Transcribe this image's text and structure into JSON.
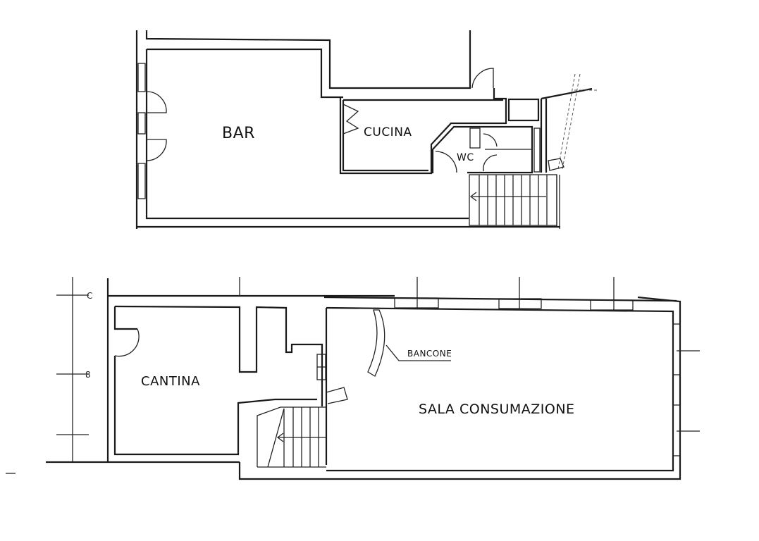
{
  "plan": {
    "upper_floor": {
      "rooms": [
        {
          "id": "bar",
          "label": "BAR"
        },
        {
          "id": "cucina",
          "label": "CUCINA"
        },
        {
          "id": "wc",
          "label": "WC"
        }
      ]
    },
    "lower_floor": {
      "rooms": [
        {
          "id": "cantina",
          "label": "CANTINA"
        },
        {
          "id": "sala",
          "label": "SALA CONSUMAZIONE"
        }
      ],
      "annotations": [
        {
          "id": "bancone",
          "label": "BANCONE"
        }
      ]
    },
    "colors": {
      "line": "#1a1a1a",
      "background": "#ffffff"
    }
  }
}
